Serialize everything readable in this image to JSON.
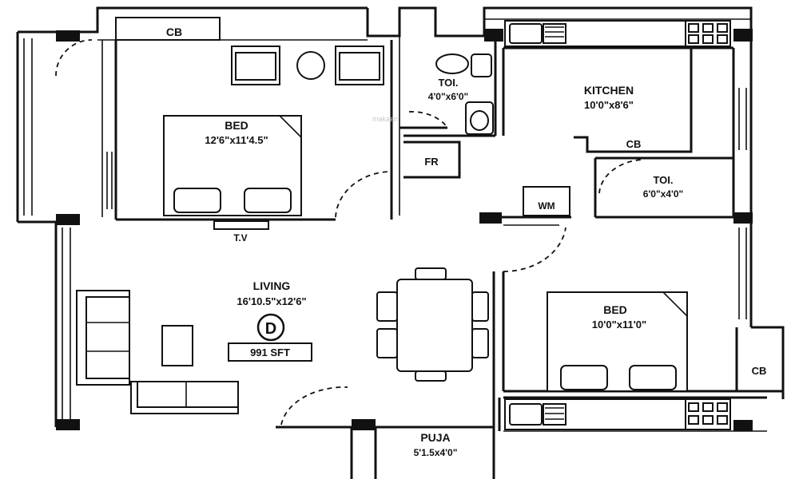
{
  "plan": {
    "bedroom1": {
      "name": "BED",
      "size": "12'6\"x11'4.5\""
    },
    "bedroom2": {
      "name": "BED",
      "size": "10'0\"x11'0\""
    },
    "kitchen": {
      "name": "KITCHEN",
      "size": "10'0\"x8'6\""
    },
    "toilet1": {
      "name": "TOI.",
      "size": "4'0\"x6'0\""
    },
    "toilet2": {
      "name": "TOI.",
      "size": "6'0\"x4'0\""
    },
    "living": {
      "name": "LIVING",
      "size": "16'10.5\"x12'6\""
    },
    "puja": {
      "name": "PUJA",
      "size": "5'1.5x4'0\""
    },
    "unit_type": "D",
    "area": "991 SFT",
    "cupboard_label": "CB",
    "fridge_label": "FR",
    "washing_machine_label": "WM",
    "tv_label": "T.V",
    "watermark": "makaan"
  }
}
